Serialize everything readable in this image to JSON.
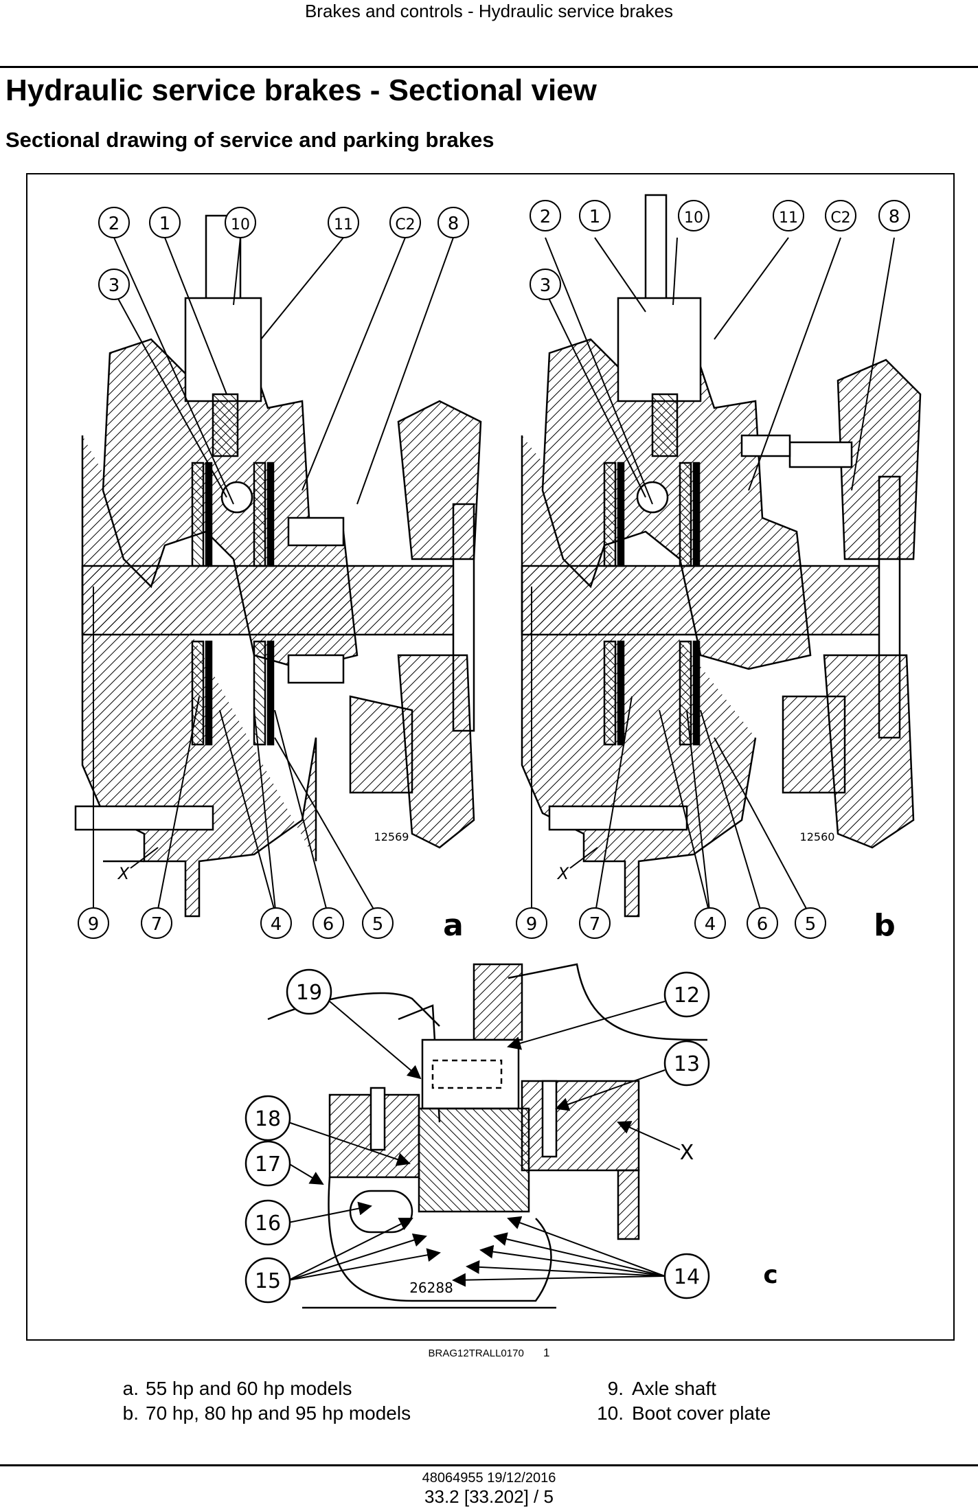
{
  "header": {
    "running_title": "Brakes and controls - Hydraulic service brakes"
  },
  "page": {
    "title": "Hydraulic service brakes - Sectional view",
    "subtitle": "Sectional drawing of service and parking brakes"
  },
  "figure": {
    "panel_a": {
      "letter": "a",
      "drawing_number": "12569",
      "callouts": [
        "2",
        "1",
        "10",
        "11",
        "C2",
        "8",
        "3",
        "9",
        "7",
        "4",
        "6",
        "5"
      ],
      "x_marker": "X"
    },
    "panel_b": {
      "letter": "b",
      "drawing_number": "12560",
      "callouts": [
        "2",
        "1",
        "10",
        "11",
        "C2",
        "8",
        "3",
        "9",
        "7",
        "4",
        "6",
        "5"
      ],
      "x_marker": "X"
    },
    "panel_c": {
      "letter": "c",
      "drawing_number": "26288",
      "callouts": [
        "19",
        "12",
        "13",
        "18",
        "17",
        "16",
        "15",
        "14"
      ],
      "x_marker": "X"
    },
    "reference_code": "BRAG12TRALL0170",
    "figure_number": "1"
  },
  "legend": {
    "left": [
      {
        "key": "a.",
        "text": "55 hp and 60 hp models"
      },
      {
        "key": "b.",
        "text": "70 hp, 80 hp and 95 hp models"
      }
    ],
    "right": [
      {
        "key": "9.",
        "text": "Axle shaft"
      },
      {
        "key": "10.",
        "text": "Boot cover plate"
      }
    ]
  },
  "footer": {
    "doc_id": "48064955 19/12/2016",
    "page_number": "33.2 [33.202] / 5"
  }
}
